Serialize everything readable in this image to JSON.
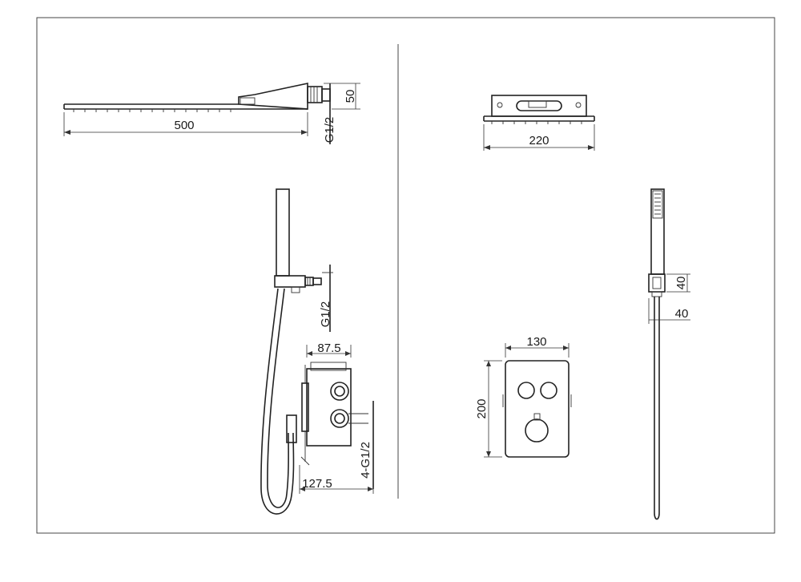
{
  "dimensions": {
    "head_width": "500",
    "head_height": "50",
    "head_thread": "G1/2",
    "head_depth": "220",
    "arm_thread": "G1/2",
    "box_width": "87.5",
    "box_depth": "127.5",
    "box_threads": "4-G1/2",
    "panel_width": "130",
    "panel_height": "200",
    "holder_height": "40",
    "holder_width": "40"
  },
  "colors": {
    "line": "#222222",
    "paper": "#ffffff"
  }
}
